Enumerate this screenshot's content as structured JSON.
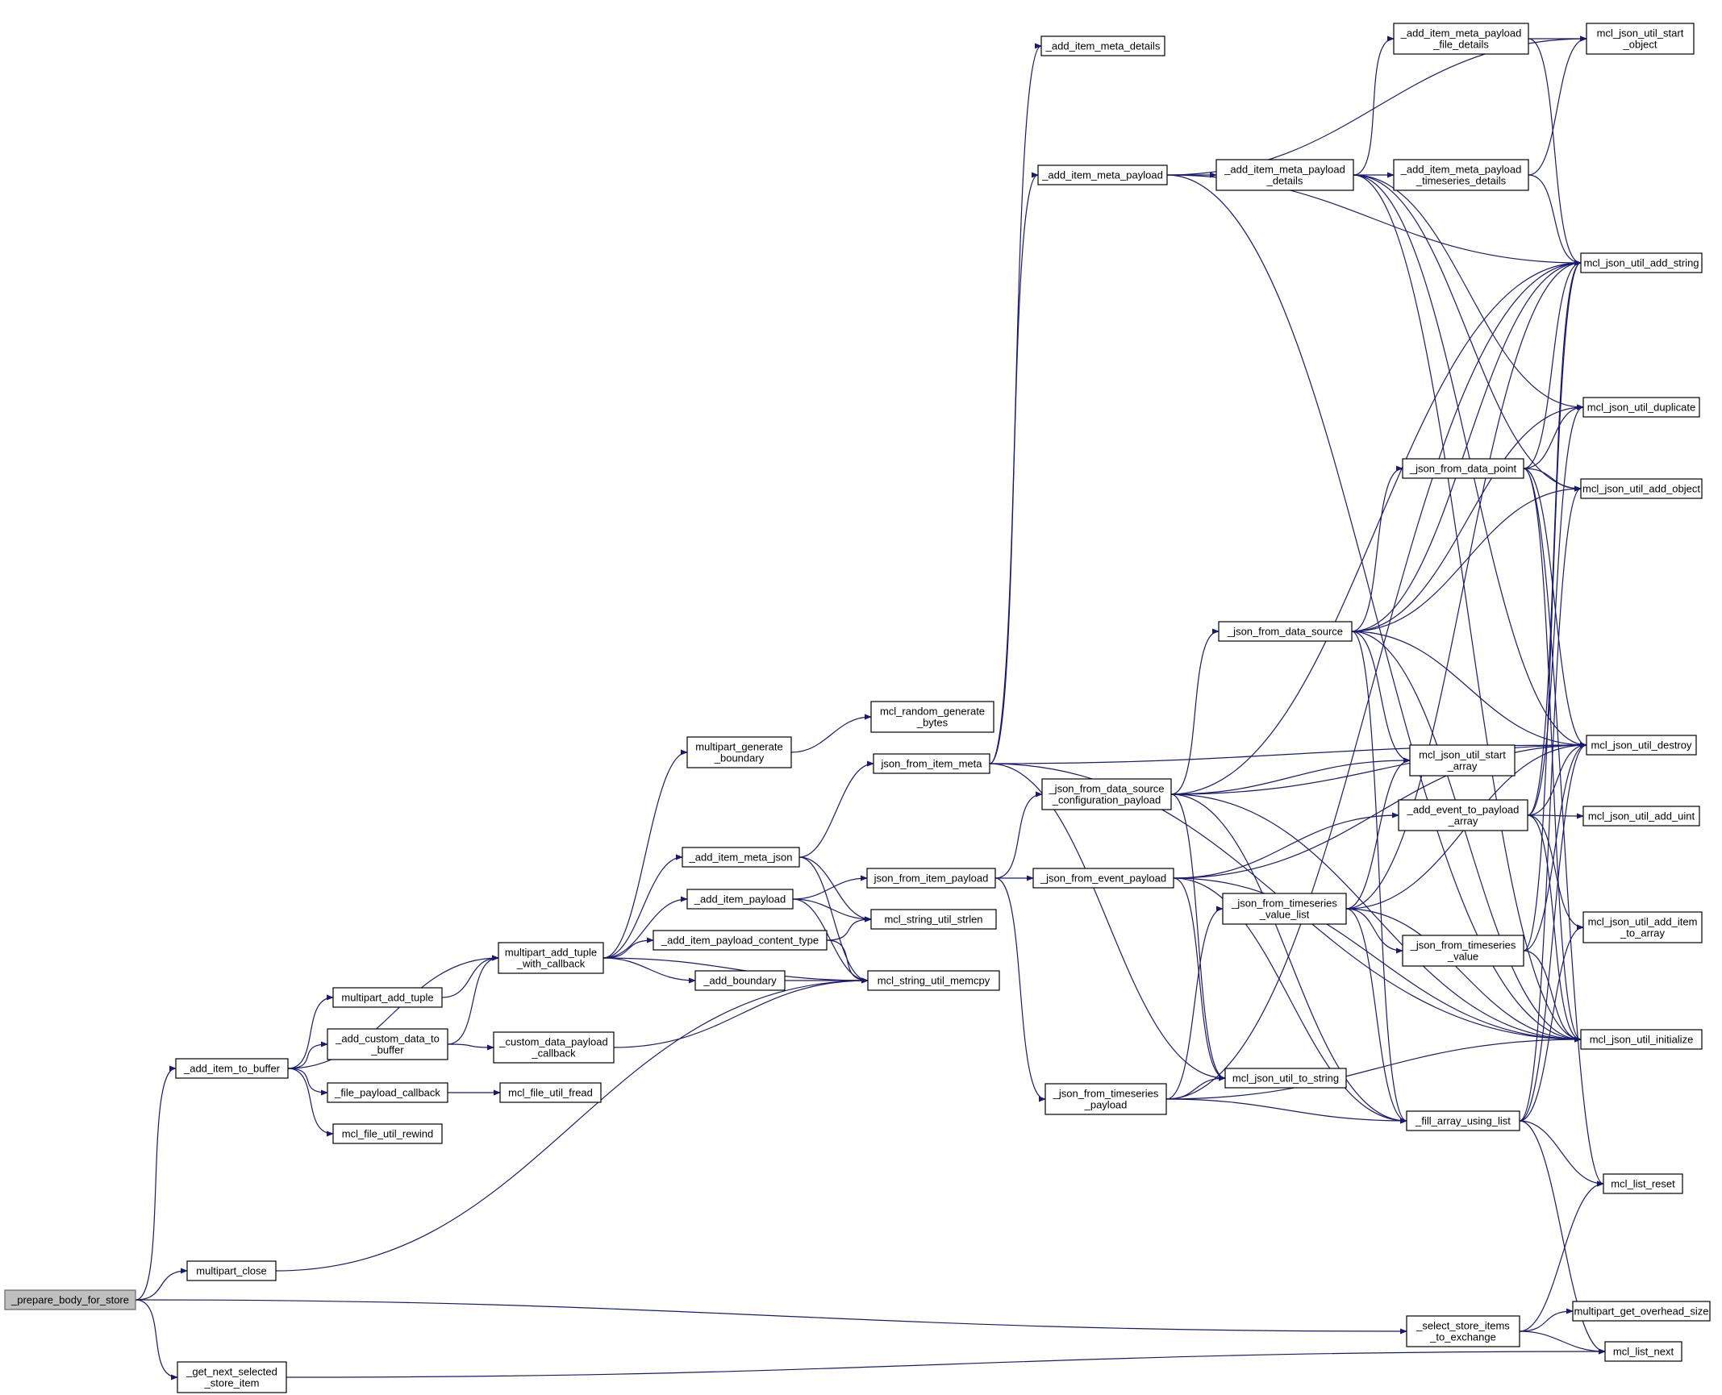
{
  "nodes": [
    {
      "id": "prepare_body_for_store",
      "lines": [
        "_prepare_body_for_store"
      ],
      "root": true
    },
    {
      "id": "add_item_to_buffer",
      "lines": [
        "_add_item_to_buffer"
      ]
    },
    {
      "id": "multipart_close",
      "lines": [
        "multipart_close"
      ]
    },
    {
      "id": "get_next_selected_store_item",
      "lines": [
        "_get_next_selected",
        "_store_item"
      ]
    },
    {
      "id": "multipart_add_tuple_with_callback",
      "lines": [
        "multipart_add_tuple",
        "_with_callback"
      ]
    },
    {
      "id": "multipart_add_tuple",
      "lines": [
        "multipart_add_tuple"
      ]
    },
    {
      "id": "add_custom_data_to_buffer",
      "lines": [
        "_add_custom_data_to",
        "_buffer"
      ]
    },
    {
      "id": "file_payload_callback",
      "lines": [
        "_file_payload_callback"
      ]
    },
    {
      "id": "mcl_file_util_rewind",
      "lines": [
        "mcl_file_util_rewind"
      ]
    },
    {
      "id": "custom_data_payload_callback",
      "lines": [
        "_custom_data_payload",
        "_callback"
      ]
    },
    {
      "id": "mcl_file_util_fread",
      "lines": [
        "mcl_file_util_fread"
      ]
    },
    {
      "id": "multipart_generate_boundary",
      "lines": [
        "multipart_generate",
        "_boundary"
      ]
    },
    {
      "id": "add_item_meta_json",
      "lines": [
        "_add_item_meta_json"
      ]
    },
    {
      "id": "add_item_payload",
      "lines": [
        "_add_item_payload"
      ]
    },
    {
      "id": "add_item_payload_content_type",
      "lines": [
        "_add_item_payload_content_type"
      ]
    },
    {
      "id": "add_boundary",
      "lines": [
        "_add_boundary"
      ]
    },
    {
      "id": "mcl_string_util_memcpy",
      "lines": [
        "mcl_string_util_memcpy"
      ]
    },
    {
      "id": "mcl_string_util_strlen",
      "lines": [
        "mcl_string_util_strlen"
      ]
    },
    {
      "id": "mcl_random_generate_bytes",
      "lines": [
        "mcl_random_generate",
        "_bytes"
      ]
    },
    {
      "id": "json_from_item_meta",
      "lines": [
        "json_from_item_meta"
      ]
    },
    {
      "id": "json_from_item_payload",
      "lines": [
        "json_from_item_payload"
      ]
    },
    {
      "id": "add_item_meta_details",
      "lines": [
        "_add_item_meta_details"
      ]
    },
    {
      "id": "add_item_meta_payload",
      "lines": [
        "_add_item_meta_payload"
      ]
    },
    {
      "id": "json_from_data_source_configuration_payload",
      "lines": [
        "_json_from_data_source",
        "_configuration_payload"
      ]
    },
    {
      "id": "json_from_event_payload",
      "lines": [
        "_json_from_event_payload"
      ]
    },
    {
      "id": "json_from_timeseries_payload",
      "lines": [
        "_json_from_timeseries",
        "_payload"
      ]
    },
    {
      "id": "add_item_meta_payload_details",
      "lines": [
        "_add_item_meta_payload",
        "_details"
      ]
    },
    {
      "id": "json_from_data_source",
      "lines": [
        "_json_from_data_source"
      ]
    },
    {
      "id": "json_from_timeseries_value_list",
      "lines": [
        "_json_from_timeseries",
        "_value_list"
      ]
    },
    {
      "id": "mcl_json_util_to_string",
      "lines": [
        "mcl_json_util_to_string"
      ]
    },
    {
      "id": "add_item_meta_payload_file_details",
      "lines": [
        "_add_item_meta_payload",
        "_file_details"
      ]
    },
    {
      "id": "add_item_meta_payload_timeseries_details",
      "lines": [
        "_add_item_meta_payload",
        "_timeseries_details"
      ]
    },
    {
      "id": "json_from_data_point",
      "lines": [
        "_json_from_data_point"
      ]
    },
    {
      "id": "mcl_json_util_start_array",
      "lines": [
        "mcl_json_util_start",
        "_array"
      ]
    },
    {
      "id": "add_event_to_payload_array",
      "lines": [
        "_add_event_to_payload",
        "_array"
      ]
    },
    {
      "id": "json_from_timeseries_value",
      "lines": [
        "_json_from_timeseries",
        "_value"
      ]
    },
    {
      "id": "fill_array_using_list",
      "lines": [
        "_fill_array_using_list"
      ]
    },
    {
      "id": "select_store_items_to_exchange",
      "lines": [
        "_select_store_items",
        "_to_exchange"
      ]
    },
    {
      "id": "mcl_json_util_start_object",
      "lines": [
        "mcl_json_util_start",
        "_object"
      ]
    },
    {
      "id": "mcl_json_util_add_string",
      "lines": [
        "mcl_json_util_add_string"
      ]
    },
    {
      "id": "mcl_json_util_duplicate",
      "lines": [
        "mcl_json_util_duplicate"
      ]
    },
    {
      "id": "mcl_json_util_add_object",
      "lines": [
        "mcl_json_util_add_object"
      ]
    },
    {
      "id": "mcl_json_util_destroy",
      "lines": [
        "mcl_json_util_destroy"
      ]
    },
    {
      "id": "mcl_json_util_add_uint",
      "lines": [
        "mcl_json_util_add_uint"
      ]
    },
    {
      "id": "mcl_json_util_add_item_to_array",
      "lines": [
        "mcl_json_util_add_item",
        "_to_array"
      ]
    },
    {
      "id": "mcl_json_util_initialize",
      "lines": [
        "mcl_json_util_initialize"
      ]
    },
    {
      "id": "mcl_list_reset",
      "lines": [
        "mcl_list_reset"
      ]
    },
    {
      "id": "multipart_get_overhead_size",
      "lines": [
        "multipart_get_overhead_size"
      ]
    },
    {
      "id": "mcl_list_next",
      "lines": [
        "mcl_list_next"
      ]
    }
  ],
  "edges": [
    [
      "prepare_body_for_store",
      "add_item_to_buffer"
    ],
    [
      "prepare_body_for_store",
      "multipart_close"
    ],
    [
      "prepare_body_for_store",
      "get_next_selected_store_item"
    ],
    [
      "prepare_body_for_store",
      "select_store_items_to_exchange"
    ],
    [
      "add_item_to_buffer",
      "multipart_add_tuple_with_callback"
    ],
    [
      "add_item_to_buffer",
      "multipart_add_tuple"
    ],
    [
      "add_item_to_buffer",
      "add_custom_data_to_buffer"
    ],
    [
      "add_item_to_buffer",
      "file_payload_callback"
    ],
    [
      "add_item_to_buffer",
      "mcl_file_util_rewind"
    ],
    [
      "multipart_close",
      "mcl_string_util_memcpy"
    ],
    [
      "get_next_selected_store_item",
      "mcl_list_next"
    ],
    [
      "multipart_add_tuple",
      "multipart_add_tuple_with_callback"
    ],
    [
      "add_custom_data_to_buffer",
      "multipart_add_tuple_with_callback"
    ],
    [
      "add_custom_data_to_buffer",
      "custom_data_payload_callback"
    ],
    [
      "file_payload_callback",
      "mcl_file_util_fread"
    ],
    [
      "custom_data_payload_callback",
      "mcl_string_util_memcpy"
    ],
    [
      "multipart_add_tuple_with_callback",
      "multipart_generate_boundary"
    ],
    [
      "multipart_add_tuple_with_callback",
      "add_item_meta_json"
    ],
    [
      "multipart_add_tuple_with_callback",
      "add_item_payload"
    ],
    [
      "multipart_add_tuple_with_callback",
      "add_item_payload_content_type"
    ],
    [
      "multipart_add_tuple_with_callback",
      "add_boundary"
    ],
    [
      "multipart_add_tuple_with_callback",
      "mcl_string_util_memcpy"
    ],
    [
      "multipart_generate_boundary",
      "mcl_random_generate_bytes"
    ],
    [
      "add_item_meta_json",
      "json_from_item_meta"
    ],
    [
      "add_item_meta_json",
      "mcl_string_util_strlen"
    ],
    [
      "add_item_meta_json",
      "mcl_string_util_memcpy"
    ],
    [
      "add_item_payload",
      "json_from_item_payload"
    ],
    [
      "add_item_payload",
      "mcl_string_util_strlen"
    ],
    [
      "add_item_payload",
      "mcl_string_util_memcpy"
    ],
    [
      "add_item_payload_content_type",
      "mcl_string_util_strlen"
    ],
    [
      "add_item_payload_content_type",
      "mcl_string_util_memcpy"
    ],
    [
      "add_boundary",
      "mcl_string_util_memcpy"
    ],
    [
      "json_from_item_meta",
      "add_item_meta_details"
    ],
    [
      "json_from_item_meta",
      "add_item_meta_payload"
    ],
    [
      "json_from_item_meta",
      "mcl_json_util_destroy"
    ],
    [
      "json_from_item_meta",
      "mcl_json_util_to_string"
    ],
    [
      "json_from_item_meta",
      "mcl_json_util_initialize"
    ],
    [
      "json_from_item_payload",
      "json_from_data_source_configuration_payload"
    ],
    [
      "json_from_item_payload",
      "json_from_event_payload"
    ],
    [
      "json_from_item_payload",
      "json_from_timeseries_payload"
    ],
    [
      "add_item_meta_payload",
      "add_item_meta_payload_details"
    ],
    [
      "add_item_meta_payload",
      "mcl_json_util_start_object"
    ],
    [
      "add_item_meta_payload",
      "mcl_json_util_add_string"
    ],
    [
      "add_item_meta_payload",
      "mcl_json_util_initialize"
    ],
    [
      "add_item_meta_payload_details",
      "add_item_meta_payload_file_details"
    ],
    [
      "add_item_meta_payload_details",
      "add_item_meta_payload_timeseries_details"
    ],
    [
      "add_item_meta_payload_details",
      "mcl_json_util_duplicate"
    ],
    [
      "add_item_meta_payload_details",
      "mcl_json_util_add_object"
    ],
    [
      "add_item_meta_payload_details",
      "mcl_json_util_destroy"
    ],
    [
      "add_item_meta_payload_details",
      "mcl_json_util_initialize"
    ],
    [
      "add_item_meta_payload_file_details",
      "mcl_json_util_start_object"
    ],
    [
      "add_item_meta_payload_file_details",
      "mcl_json_util_add_string"
    ],
    [
      "add_item_meta_payload_timeseries_details",
      "mcl_json_util_start_object"
    ],
    [
      "add_item_meta_payload_timeseries_details",
      "mcl_json_util_add_string"
    ],
    [
      "json_from_data_source_configuration_payload",
      "json_from_data_source"
    ],
    [
      "json_from_data_source_configuration_payload",
      "mcl_json_util_start_array"
    ],
    [
      "json_from_data_source_configuration_payload",
      "mcl_json_util_destroy"
    ],
    [
      "json_from_data_source_configuration_payload",
      "mcl_json_util_add_string"
    ],
    [
      "json_from_data_source_configuration_payload",
      "mcl_json_util_to_string"
    ],
    [
      "json_from_data_source_configuration_payload",
      "fill_array_using_list"
    ],
    [
      "json_from_data_source_configuration_payload",
      "mcl_json_util_initialize"
    ],
    [
      "json_from_data_source",
      "json_from_data_point"
    ],
    [
      "json_from_data_source",
      "mcl_json_util_add_string"
    ],
    [
      "json_from_data_source",
      "mcl_json_util_duplicate"
    ],
    [
      "json_from_data_source",
      "mcl_json_util_add_object"
    ],
    [
      "json_from_data_source",
      "mcl_json_util_start_array"
    ],
    [
      "json_from_data_source",
      "mcl_json_util_destroy"
    ],
    [
      "json_from_data_source",
      "fill_array_using_list"
    ],
    [
      "json_from_data_source",
      "mcl_json_util_initialize"
    ],
    [
      "json_from_data_point",
      "mcl_json_util_add_string"
    ],
    [
      "json_from_data_point",
      "mcl_json_util_duplicate"
    ],
    [
      "json_from_data_point",
      "mcl_json_util_add_object"
    ],
    [
      "json_from_data_point",
      "mcl_json_util_destroy"
    ],
    [
      "json_from_data_point",
      "mcl_json_util_initialize"
    ],
    [
      "json_from_data_point",
      "mcl_list_reset"
    ],
    [
      "json_from_event_payload",
      "add_event_to_payload_array"
    ],
    [
      "json_from_event_payload",
      "mcl_json_util_destroy"
    ],
    [
      "json_from_event_payload",
      "mcl_json_util_to_string"
    ],
    [
      "json_from_event_payload",
      "fill_array_using_list"
    ],
    [
      "json_from_event_payload",
      "mcl_json_util_initialize"
    ],
    [
      "add_event_to_payload_array",
      "mcl_json_util_add_string"
    ],
    [
      "add_event_to_payload_array",
      "mcl_json_util_duplicate"
    ],
    [
      "add_event_to_payload_array",
      "mcl_json_util_add_uint"
    ],
    [
      "add_event_to_payload_array",
      "mcl_json_util_add_item_to_array"
    ],
    [
      "add_event_to_payload_array",
      "mcl_json_util_destroy"
    ],
    [
      "add_event_to_payload_array",
      "mcl_json_util_initialize"
    ],
    [
      "json_from_timeseries_payload",
      "json_from_timeseries_value_list"
    ],
    [
      "json_from_timeseries_payload",
      "mcl_json_util_to_string"
    ],
    [
      "json_from_timeseries_payload",
      "fill_array_using_list"
    ],
    [
      "json_from_timeseries_payload",
      "mcl_json_util_add_string"
    ],
    [
      "json_from_timeseries_payload",
      "mcl_json_util_initialize"
    ],
    [
      "json_from_timeseries_value_list",
      "json_from_timeseries_value"
    ],
    [
      "json_from_timeseries_value_list",
      "mcl_json_util_start_array"
    ],
    [
      "json_from_timeseries_value_list",
      "mcl_json_util_add_string"
    ],
    [
      "json_from_timeseries_value_list",
      "mcl_json_util_destroy"
    ],
    [
      "json_from_timeseries_value_list",
      "fill_array_using_list"
    ],
    [
      "json_from_timeseries_value_list",
      "mcl_json_util_initialize"
    ],
    [
      "json_from_timeseries_value",
      "mcl_json_util_add_string"
    ],
    [
      "json_from_timeseries_value",
      "mcl_json_util_destroy"
    ],
    [
      "json_from_timeseries_value",
      "mcl_json_util_initialize"
    ],
    [
      "fill_array_using_list",
      "mcl_json_util_add_item_to_array"
    ],
    [
      "fill_array_using_list",
      "mcl_json_util_add_object"
    ],
    [
      "fill_array_using_list",
      "mcl_json_util_destroy"
    ],
    [
      "fill_array_using_list",
      "mcl_list_reset"
    ],
    [
      "fill_array_using_list",
      "mcl_list_next"
    ],
    [
      "select_store_items_to_exchange",
      "mcl_list_reset"
    ],
    [
      "select_store_items_to_exchange",
      "multipart_get_overhead_size"
    ],
    [
      "select_store_items_to_exchange",
      "mcl_list_next"
    ]
  ]
}
